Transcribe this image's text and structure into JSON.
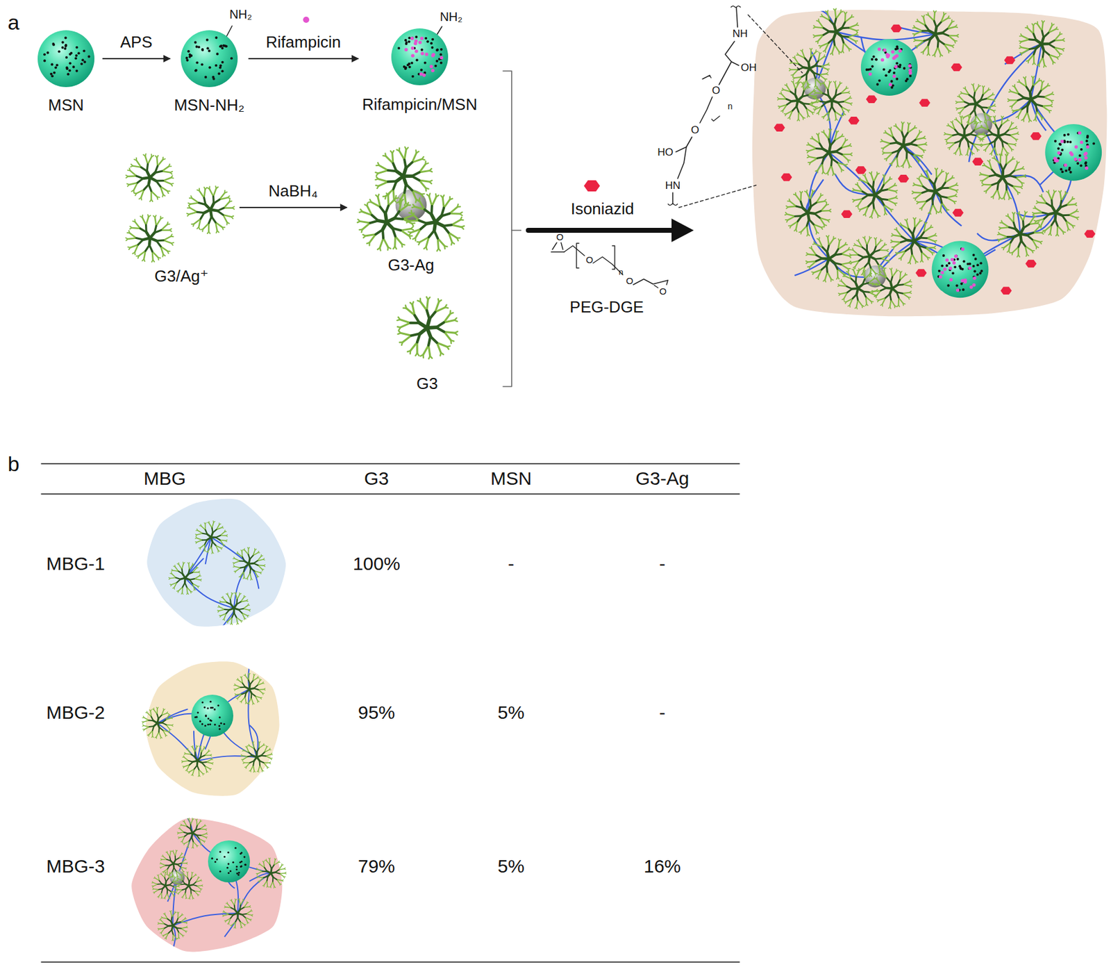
{
  "diagram": {
    "nodes": [
      {
        "text": [
          "MSN"
        ]
      },
      {
        "text": [
          "MSN-NH₂"
        ]
      },
      {
        "text": [
          "Rifampicin/MSN"
        ]
      },
      {
        "text": [
          "G3/Ag⁺"
        ]
      },
      {
        "text": [
          "G3-Ag"
        ]
      },
      {
        "text": [
          "G3"
        ]
      }
    ],
    "edges": [
      {
        "from": 0,
        "to": 1,
        "arrow": "to",
        "label": "APS"
      },
      {
        "from": 1,
        "to": 2,
        "arrow": "to",
        "label": "Rifampicin"
      },
      {
        "from": 3,
        "to": 4,
        "arrow": "to",
        "label": "NaBH₄"
      }
    ],
    "labels": [
      "a",
      "NH₂",
      "NH₂",
      "Isoniazid",
      "PEG-DGE",
      "NH",
      "OH",
      "O",
      "n",
      "O",
      "HO",
      "HN",
      "O",
      "O",
      "n",
      "O",
      "O",
      "b",
      "MBG",
      "G3",
      "MSN",
      "G3-Ag",
      "MBG-1",
      "100%",
      "-",
      "-",
      "MBG-2",
      "95%",
      "5%",
      "-",
      "MBG-3",
      "79%",
      "5%",
      "16%"
    ]
  }
}
